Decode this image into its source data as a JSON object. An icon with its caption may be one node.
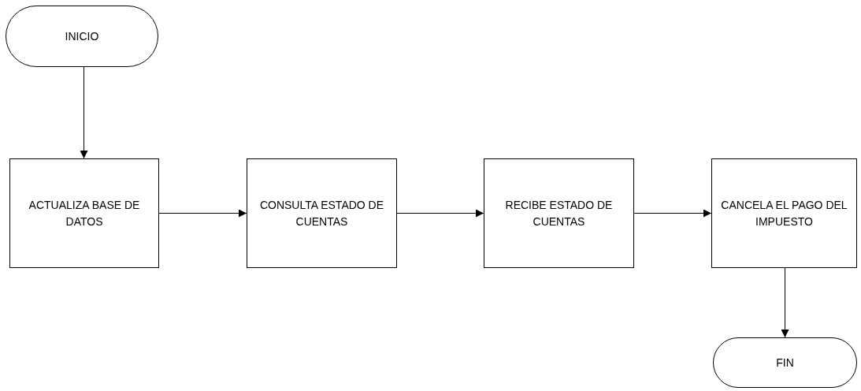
{
  "diagram": {
    "nodes": [
      {
        "text": [
          "INICIO"
        ]
      },
      {
        "text": [
          "ACTUALIZA BASE DE DATOS"
        ]
      },
      {
        "text": [
          "CONSULTA ESTADO DE CUENTAS"
        ]
      },
      {
        "text": [
          "RECIBE ESTADO DE CUENTAS"
        ]
      },
      {
        "text": [
          "CANCELA EL PAGO DEL IMPUESTO"
        ]
      },
      {
        "text": [
          "FIN"
        ]
      }
    ],
    "edges": [
      {
        "from": 0,
        "to": 1,
        "arrow": "to"
      },
      {
        "from": 1,
        "to": 2,
        "arrow": "to"
      },
      {
        "from": 2,
        "to": 3,
        "arrow": "to"
      },
      {
        "from": 3,
        "to": 4,
        "arrow": "to"
      },
      {
        "from": 4,
        "to": 5,
        "arrow": "to"
      }
    ]
  }
}
